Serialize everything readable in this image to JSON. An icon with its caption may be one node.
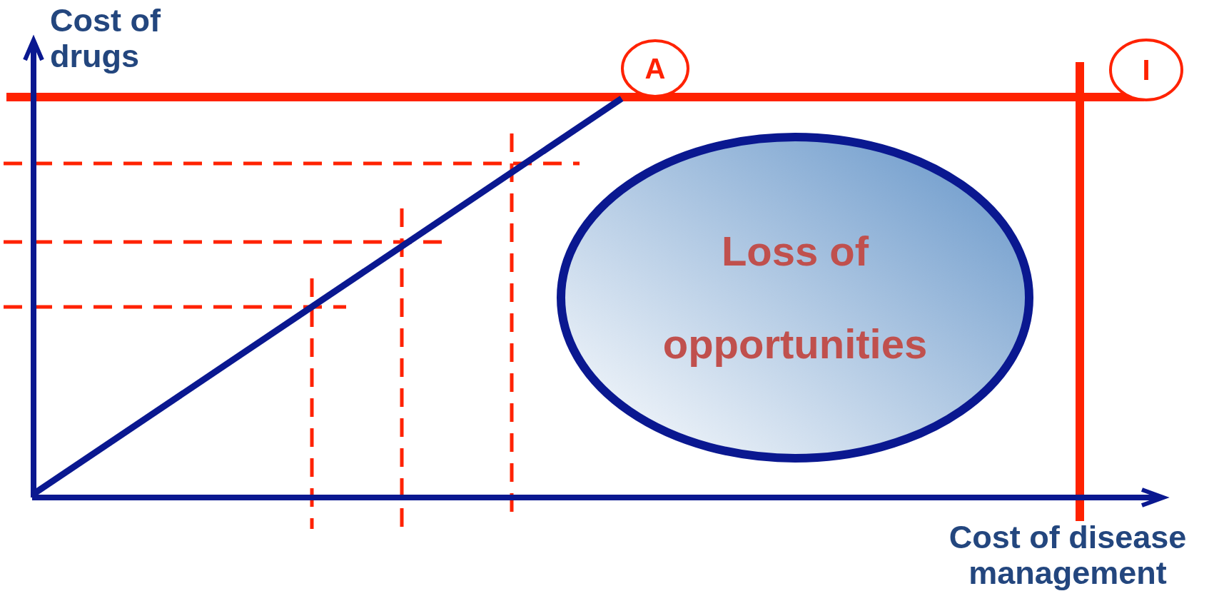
{
  "diagram": {
    "nodes": [
      {
        "text": [
          "A"
        ]
      },
      {
        "text": [
          "I"
        ]
      },
      {
        "text": [
          "Loss of opportunities"
        ]
      }
    ],
    "labels": [
      "Cost of drugs",
      "Cost of disease management"
    ]
  }
}
